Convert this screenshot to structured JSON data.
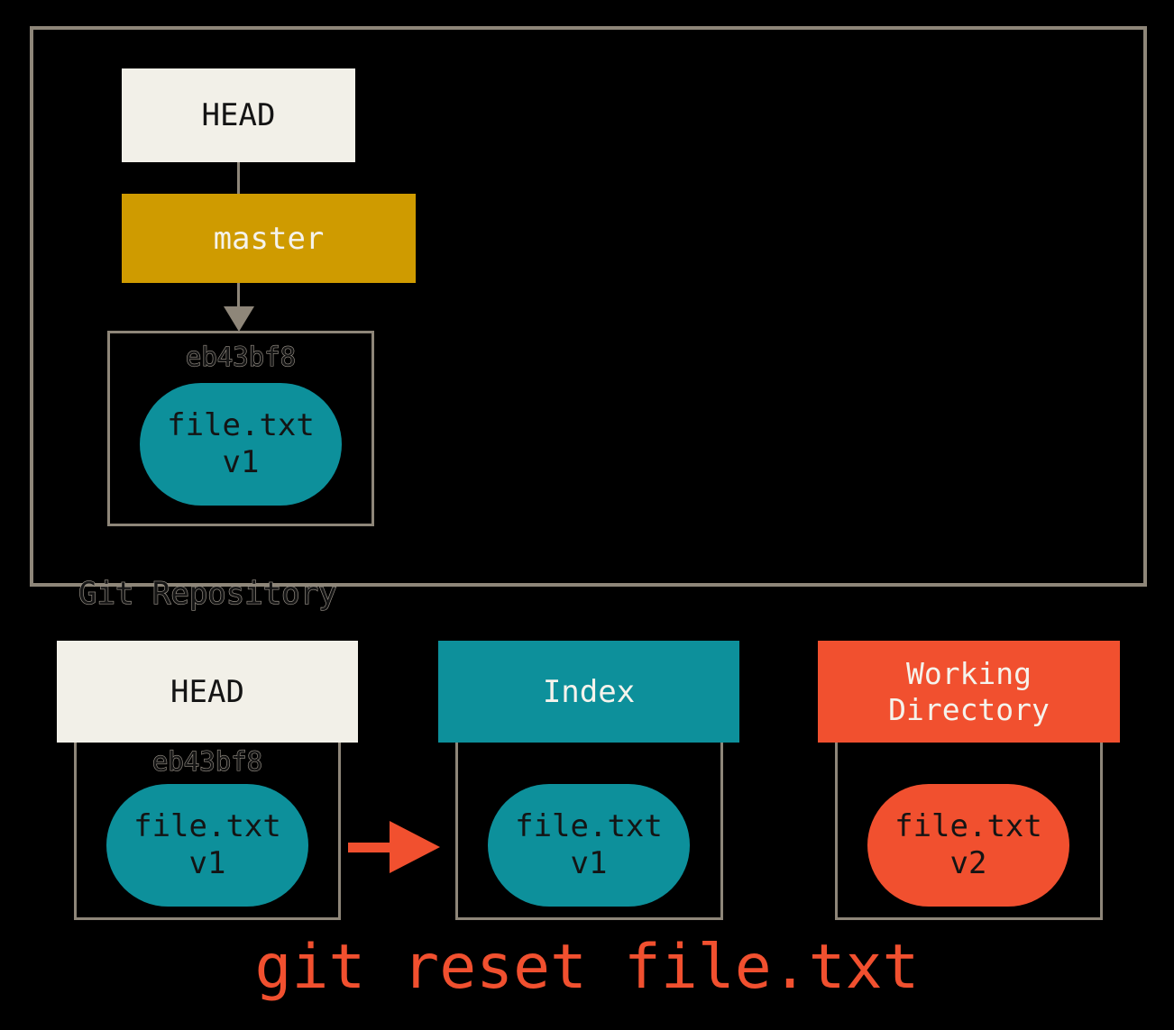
{
  "colors": {
    "background": "#000000",
    "line": "#8e8679",
    "offwhite": "#f2f0e8",
    "gold": "#cf9b00",
    "teal": "#0d909b",
    "orange": "#f1502f",
    "dark_text": "#141414",
    "light_text": "#f5f3ec",
    "muted_text": "#9b948a"
  },
  "repo": {
    "label": "Git Repository",
    "head_label": "HEAD",
    "branch_label": "master",
    "commit_hash": "eb43bf8",
    "file_name": "file.txt",
    "file_version": "v1"
  },
  "columns": {
    "head": {
      "title": "HEAD",
      "hash": "eb43bf8",
      "file_name": "file.txt",
      "file_version": "v1"
    },
    "index": {
      "title": "Index",
      "file_name": "file.txt",
      "file_version": "v1"
    },
    "working": {
      "title": "Working Directory",
      "file_name": "file.txt",
      "file_version": "v2"
    }
  },
  "caption": "git reset file.txt"
}
